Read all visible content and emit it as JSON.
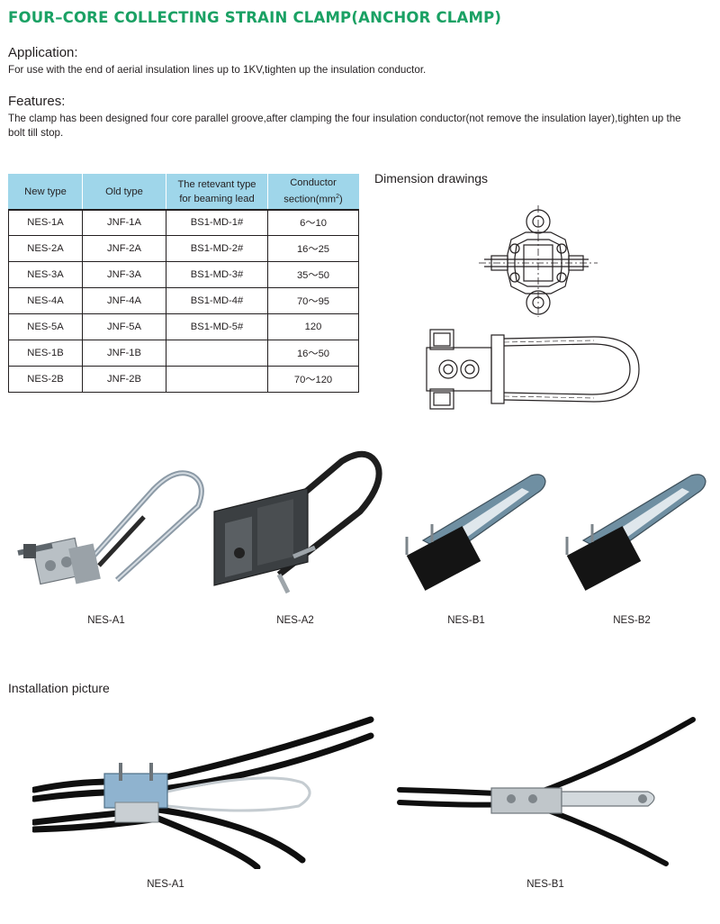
{
  "title": "FOUR–CORE COLLECTING STRAIN CLAMP(ANCHOR CLAMP)",
  "application": {
    "heading": "Application:",
    "text": "For use with the end of aerial insulation lines up to 1KV,tighten up the insulation conductor."
  },
  "features": {
    "heading": "Features:",
    "line1": "The clamp has been designed four core parallel groove,after clamping the four insulation conductor(not remove the insulation layer),tighten up the",
    "line2": "bolt till stop."
  },
  "table": {
    "headers": {
      "new_type": "New type",
      "old_type": "Old type",
      "lead_1": "The retevant type",
      "lead_2": "for beaming lead",
      "section_1": "Conductor",
      "section_2": "section(mm",
      "section_sup": "2",
      "section_3": ")"
    },
    "rows": [
      {
        "new": "NES-1A",
        "old": "JNF-1A",
        "lead": "BS1-MD-1#",
        "section": "6～10"
      },
      {
        "new": "NES-2A",
        "old": "JNF-2A",
        "lead": "BS1-MD-2#",
        "section": "16～25"
      },
      {
        "new": "NES-3A",
        "old": "JNF-3A",
        "lead": "BS1-MD-3#",
        "section": "35～50"
      },
      {
        "new": "NES-4A",
        "old": "JNF-4A",
        "lead": "BS1-MD-4#",
        "section": "70～95"
      },
      {
        "new": "NES-5A",
        "old": "JNF-5A",
        "lead": "BS1-MD-5#",
        "section": "120"
      },
      {
        "new": "NES-1B",
        "old": "JNF-1B",
        "lead": "",
        "section": "16～50"
      },
      {
        "new": "NES-2B",
        "old": "JNF-2B",
        "lead": "",
        "section": "70～120"
      }
    ]
  },
  "dimension_title": "Dimension drawings",
  "products": {
    "a1": "NES-A1",
    "a2": "NES-A2",
    "b1": "NES-B1",
    "b2": "NES-B2"
  },
  "installation": {
    "heading": "Installation picture",
    "a1": "NES-A1",
    "b1": "NES-B1"
  }
}
